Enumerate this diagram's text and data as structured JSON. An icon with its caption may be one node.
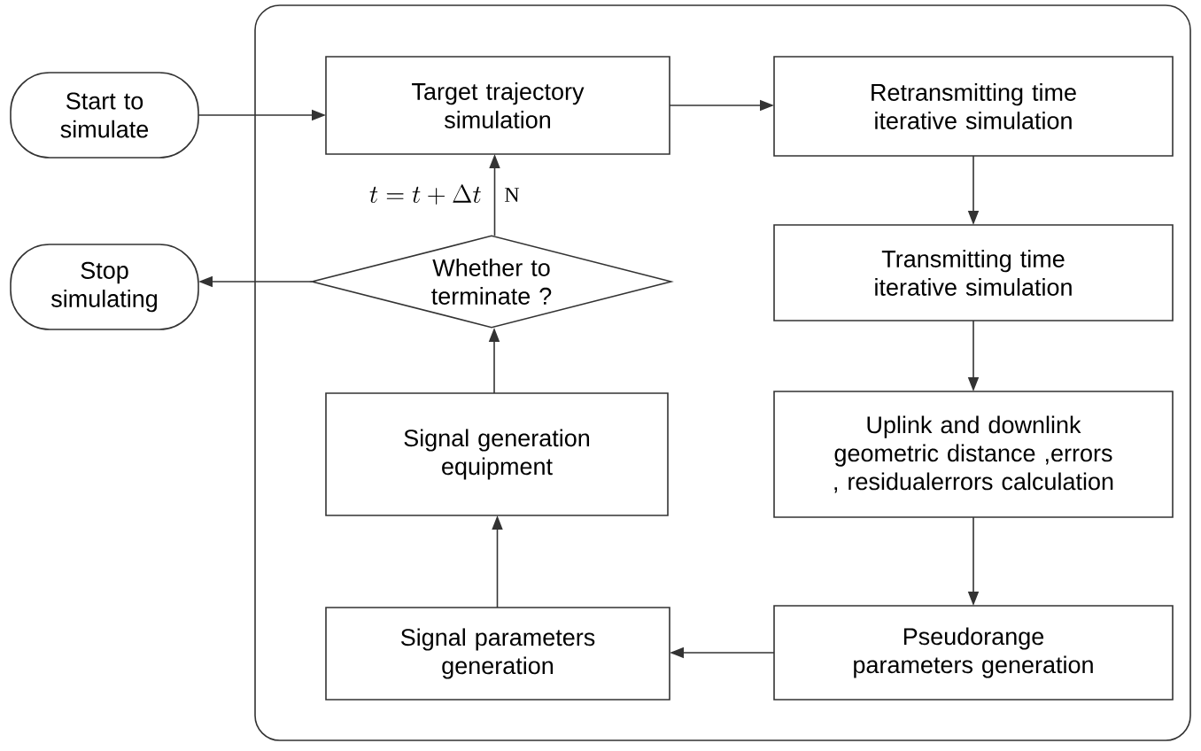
{
  "diagram": {
    "nodes": [
      {
        "text": [
          "Start to simulate"
        ]
      },
      {
        "text": [],
        "shape": "box"
      },
      {
        "text": [
          "Target trajectory simulation"
        ],
        "in": 1
      },
      {
        "text": [
          "Retransmitting time iterative simulation"
        ],
        "in": 1
      },
      {
        "text": [
          "Transmitting time iterative simulation"
        ],
        "in": 1
      },
      {
        "text": [
          "Uplink and downlink geometric distance ,errors , residualerrors calculation"
        ],
        "in": 1
      },
      {
        "text": [
          "Pseudorange parameters generation"
        ],
        "in": 1
      },
      {
        "text": [
          "Signal parameters generation"
        ],
        "in": 1
      },
      {
        "text": [
          "Signal generation equipment"
        ],
        "in": 1
      },
      {
        "text": [
          "Whether to terminate ?"
        ],
        "in": 1
      },
      {
        "text": [
          "Stop simulating"
        ]
      }
    ],
    "edges": [
      {
        "from": 0,
        "to": 2,
        "arrow": "to"
      },
      {
        "from": 2,
        "to": 3,
        "arrow": "to"
      },
      {
        "from": 3,
        "to": 4,
        "arrow": "to"
      },
      {
        "from": 4,
        "to": 5,
        "arrow": "to"
      },
      {
        "from": 5,
        "to": 6,
        "arrow": "to"
      },
      {
        "from": 6,
        "to": 7,
        "arrow": "to"
      },
      {
        "from": 7,
        "to": 8,
        "arrow": "to"
      },
      {
        "from": 8,
        "to": 9,
        "arrow": "to"
      },
      {
        "from": 9,
        "to": 2,
        "arrow": "to",
        "label": "N"
      },
      {
        "from": 9,
        "to": 10,
        "arrow": "to"
      }
    ],
    "labels": [
      "t = t+\\Delta t"
    ]
  }
}
